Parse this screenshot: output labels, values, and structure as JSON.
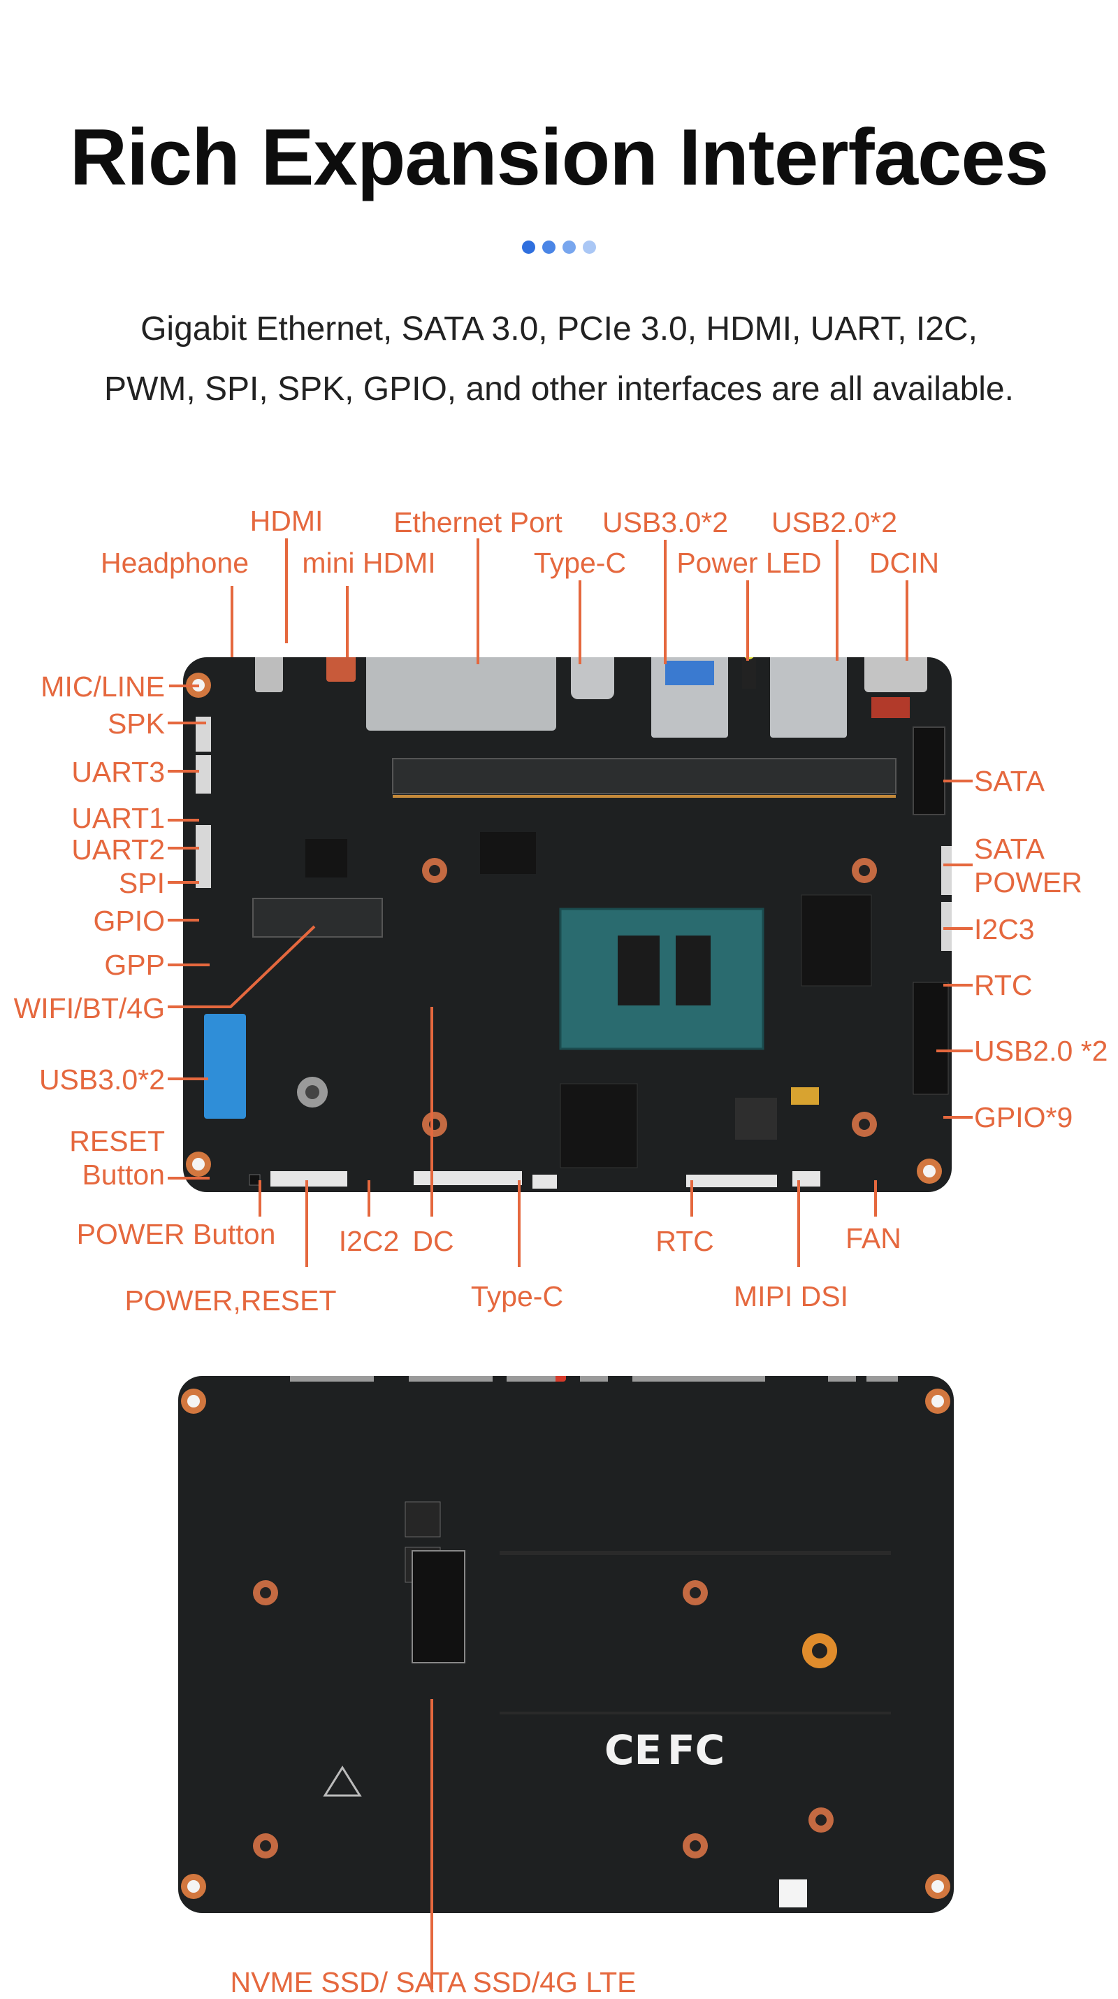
{
  "header": {
    "title": "Rich Expansion Interfaces",
    "subtitle_line1": "Gigabit Ethernet, SATA 3.0, PCIe 3.0, HDMI, UART, I2C,",
    "subtitle_line2": "PWM, SPI, SPK, GPIO, and other interfaces are all available.",
    "dot_colors": [
      "#2f6fde",
      "#4a85e6",
      "#78a6ee",
      "#aac7f5"
    ]
  },
  "colors": {
    "label": "#e5683e",
    "board": "#1e2021",
    "chip": "#2a6b6f"
  },
  "labels": {
    "hdmi": "HDMI",
    "ethernet_port": "Ethernet Port",
    "usb30x2_top": "USB3.0*2",
    "usb20x2_top": "USB2.0*2",
    "headphone": "Headphone",
    "mini_hdmi": "mini HDMI",
    "type_c_top": "Type-C",
    "power_led": "Power LED",
    "dcin": "DCIN",
    "mic_line": "MIC/LINE",
    "spk": "SPK",
    "uart3": "UART3",
    "uart1": "UART1",
    "uart2": "UART2",
    "spi": "SPI",
    "gpio": "GPIO",
    "gpp": "GPP",
    "wifi_bt_4g": "WIFI/BT/4G",
    "usb30x2_left": "USB3.0*2",
    "reset_line1": "RESET",
    "reset_line2": "Button",
    "power_button": "POWER Button",
    "power_reset": "POWER,RESET",
    "i2c2": "I2C2",
    "dc": "DC",
    "type_c_bottom": "Type-C",
    "rtc_bottom": "RTC",
    "fan": "FAN",
    "mipi_dsi": "MIPI DSI",
    "sata": "SATA",
    "sata_power_line1": "SATA",
    "sata_power_line2": "POWER",
    "i2c3": "I2C3",
    "rtc_right": "RTC",
    "usb20x2_right": "USB2.0 *2",
    "gpio9": "GPIO*9",
    "nvme": "NVME SSD/ SATA SSD/4G LTE"
  }
}
